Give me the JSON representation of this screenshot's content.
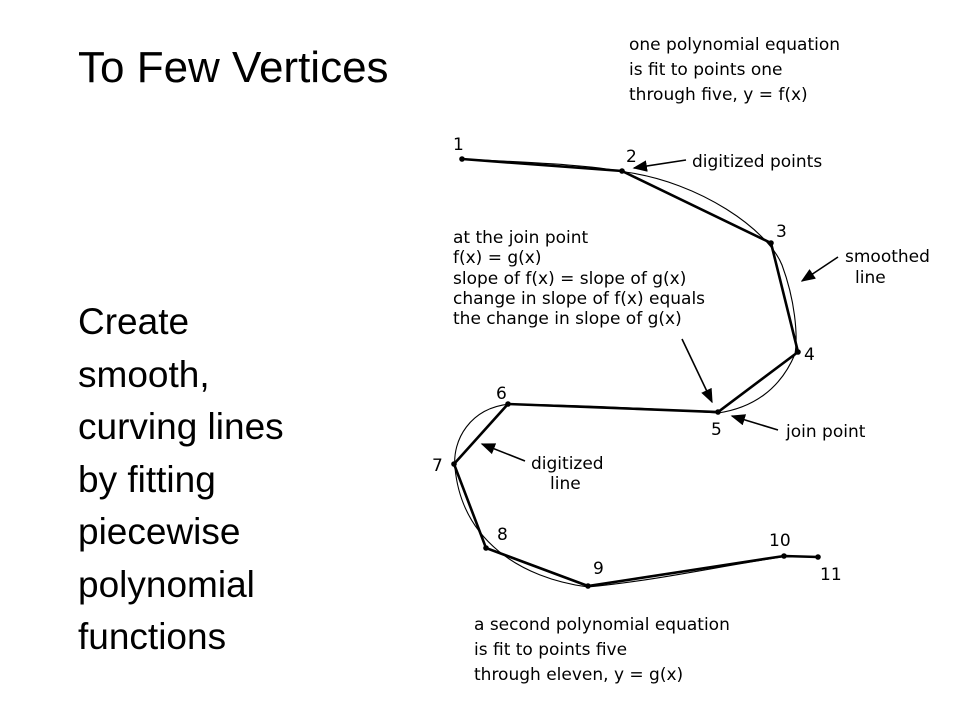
{
  "title": "To Few Vertices",
  "body_lines": [
    "Create",
    "smooth,",
    "curving lines",
    "by fitting",
    "piecewise",
    "polynomial",
    "functions"
  ],
  "diagram": {
    "point_labels": [
      "1",
      "2",
      "3",
      "4",
      "5",
      "6",
      "7",
      "8",
      "9",
      "10",
      "11"
    ],
    "top_note": [
      "one polynomial equation",
      "is fit to points one",
      "through five, y = f(x)"
    ],
    "digitized_points_label": "digitized points",
    "smoothed_line_label": [
      "smoothed",
      "line"
    ],
    "join_conditions": [
      "at the join point",
      "f(x) = g(x)",
      "slope of f(x) = slope of g(x)",
      "change in slope of f(x) equals",
      "the change in slope of g(x)"
    ],
    "join_point_label": "join point",
    "digitized_line_label": [
      "digitized",
      "line"
    ],
    "bottom_note": [
      "a second polynomial equation",
      "is fit to points five",
      "through eleven, y = g(x)"
    ]
  }
}
